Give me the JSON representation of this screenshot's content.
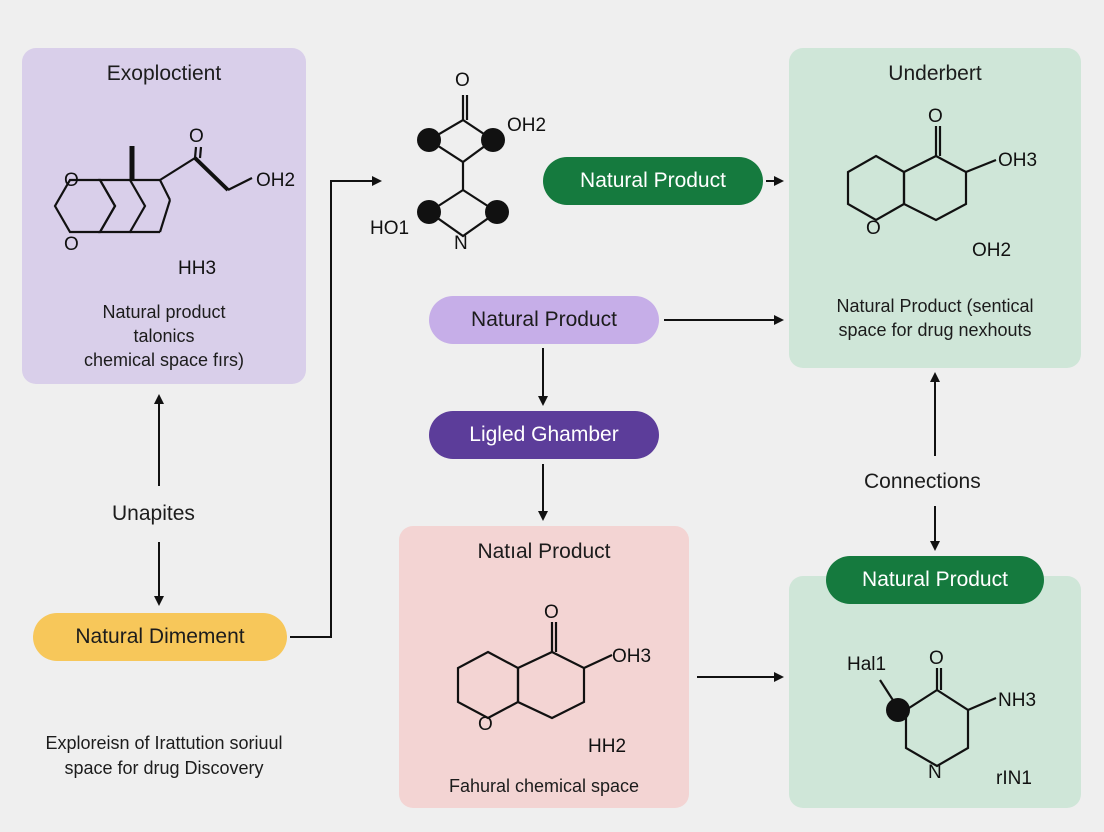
{
  "panels": {
    "top_left": {
      "title": "Exoploctient",
      "caption_lines": [
        "Natural product",
        "talonics",
        "chemical space fırs)"
      ],
      "mol_labels": {
        "o1": "O",
        "o2": "O",
        "o3": "O",
        "oh": "OH2",
        "h": "HH3"
      }
    },
    "top_right": {
      "title": "Underbert",
      "caption_lines": [
        "Natural Product (sentical",
        "space for drug nexhouts"
      ],
      "mol_labels": {
        "o1": "O",
        "o2": "O",
        "oh3": "OH3",
        "oh2": "OH2"
      }
    },
    "bottom_center": {
      "title": "Natıal Product",
      "caption": "Fahural chemical space",
      "mol_labels": {
        "o1": "O",
        "o2": "O",
        "oh3": "OH3",
        "hh2": "HH2"
      }
    },
    "bottom_right": {
      "header_pill": "Natural Product",
      "mol_labels": {
        "o": "O",
        "hal": "Hal1",
        "nh3": "NH3",
        "n": "N",
        "rn": "rIN1"
      }
    }
  },
  "center_molecule": {
    "o": "O",
    "oh2": "OH2",
    "ho": "HO1",
    "n": "N"
  },
  "pills": {
    "natural_product_green": "Natural Product",
    "natural_product_lav": "Natural Product",
    "ligand_chamber": "Ligled Ghamber",
    "natural_dimement": "Natural Dimement"
  },
  "labels": {
    "unapites": "Unapites",
    "connections": "Connections"
  },
  "footnote_lines": [
    "Exploreisn of Irattution soriuul",
    "space for drug Discovery"
  ],
  "colors": {
    "background": "#efefef",
    "purple_panel": "#d9cfea",
    "green_panel": "#cfe6d8",
    "pink_panel": "#f3d4d3",
    "green_pill": "#157a3e",
    "lavender_pill": "#c6aee8",
    "dark_purple_pill": "#5c3d9a",
    "yellow_pill": "#f7c75a"
  }
}
